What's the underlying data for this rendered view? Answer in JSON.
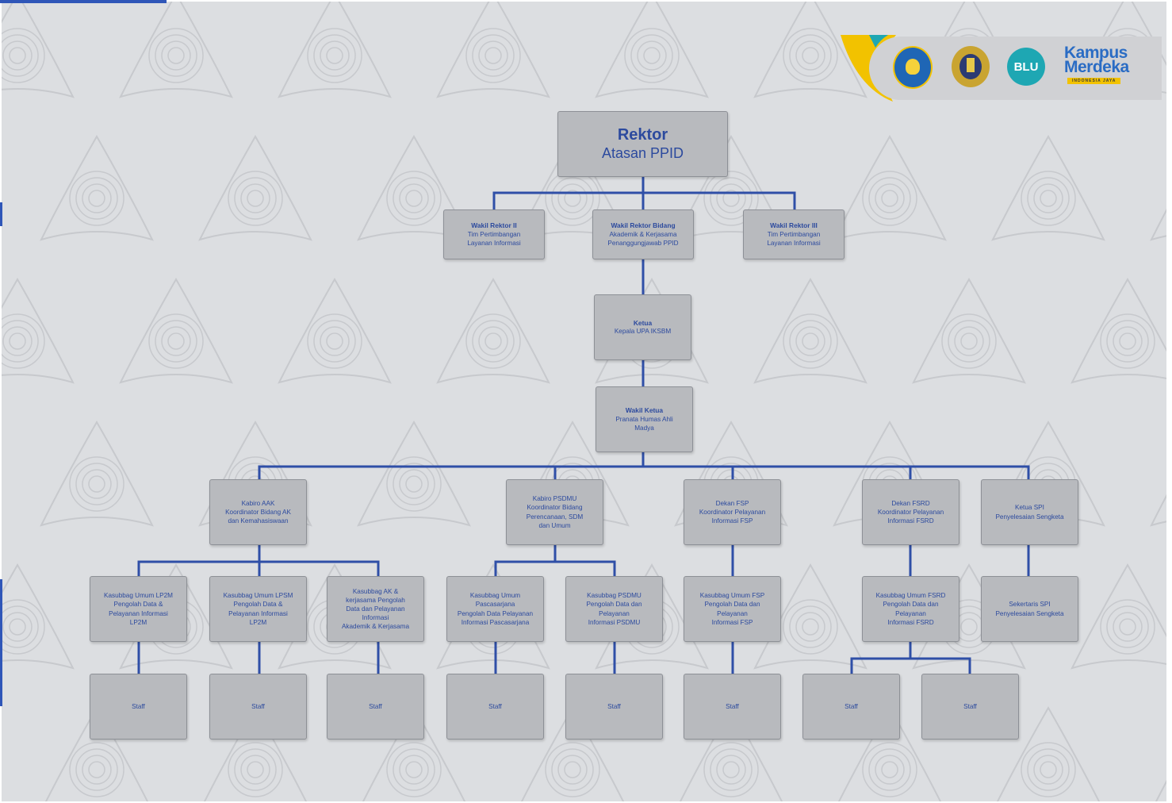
{
  "colors": {
    "background": "#dcdee1",
    "box_fill": "#b8babe",
    "box_border": "#8d9096",
    "connector": "#2f4fa7",
    "text": "#2c4a9e",
    "pattern_stroke": "#c7c9cd",
    "accent_yellow": "#f2c200",
    "accent_teal": "#1ea7b3"
  },
  "logos": {
    "kemdikbud": "kemdikbud-emblem-icon",
    "unm": "university-seal-icon",
    "blu": "BLU",
    "kampus_merdeka": {
      "line1": "Kampus",
      "line2": "Merdeka",
      "tagline": "INDONESIA JAYA"
    }
  },
  "nodes": {
    "rektor": {
      "title": "Rektor",
      "sub": "Atasan PPID"
    },
    "wr2": {
      "title": "Wakil Rektor II",
      "sub": "Tim Pertimbangan\nLayanan Informasi"
    },
    "wr1": {
      "title": "Wakil Rektor Bidang",
      "sub": "Akademik & Kerjasama\nPenanggungjawab PPID"
    },
    "wr3": {
      "title": "Wakil Rektor III",
      "sub": "Tim Pertimbangan\nLayanan Informasi"
    },
    "ketua": {
      "title": "Ketua",
      "sub": "Kepala UPA IKSBM"
    },
    "wakil_ketua": {
      "title": "Wakil Ketua",
      "sub": "Pranata Humas Ahli\nMadya"
    },
    "kabiro_aak": {
      "text": "Kabiro AAK\nKoordinator Bidang AK\ndan Kemahasiswaan"
    },
    "kabiro_psdmu": {
      "text": "Kabiro PSDMU\nKoordinator Bidang\nPerencanaan, SDM\ndan Umum"
    },
    "dekan_fsp": {
      "text": "Dekan FSP\nKoordinator Pelayanan\nInformasi FSP"
    },
    "dekan_fsrd": {
      "text": "Dekan FSRD\nKoordinator Pelayanan\nInformasi FSRD"
    },
    "ketua_spi": {
      "text": "Ketua SPI\nPenyelesaian Sengketa"
    },
    "kasubbag_lp2m": {
      "text": "Kasubbag Umum LP2M\nPengolah Data &\nPelayanan Informasi\nLP2M"
    },
    "kasubbag_lpsm": {
      "text": "Kasubbag Umum LPSM\nPengolah Data &\nPelayanan Informasi\nLP2M"
    },
    "kasubbag_ak": {
      "text": "Kasubbag AK &\nkerjasama Pengolah\nData dan Pelayanan\nInformasi\nAkademik & Kerjasama"
    },
    "kasubbag_pasca": {
      "text": "Kasubbag Umum\nPascasarjana\nPengolah Data Pelayanan\nInformasi Pascasarjana"
    },
    "kasubbag_psdmu": {
      "text": "Kasubbag PSDMU\nPengolah Data dan\nPelayanan\nInformasi PSDMU"
    },
    "kasubbag_fsp": {
      "text": "Kasubbag Umum FSP\nPengolah Data dan\nPelayanan\nInformasi FSP"
    },
    "kasubbag_fsrd": {
      "text": "Kasubbag Umum FSRD\nPengolah Data dan\nPelayanan\nInformasi FSRD"
    },
    "sekretaris_spi": {
      "text": "Sekertaris SPI\nPenyelesaian Sengketa"
    },
    "staff_1": {
      "text": "Staff"
    },
    "staff_2": {
      "text": "Staff"
    },
    "staff_3": {
      "text": "Staff"
    },
    "staff_4": {
      "text": "Staff"
    },
    "staff_5": {
      "text": "Staff"
    },
    "staff_6": {
      "text": "Staff"
    },
    "staff_7": {
      "text": "Staff"
    },
    "staff_8": {
      "text": "Staff"
    }
  }
}
